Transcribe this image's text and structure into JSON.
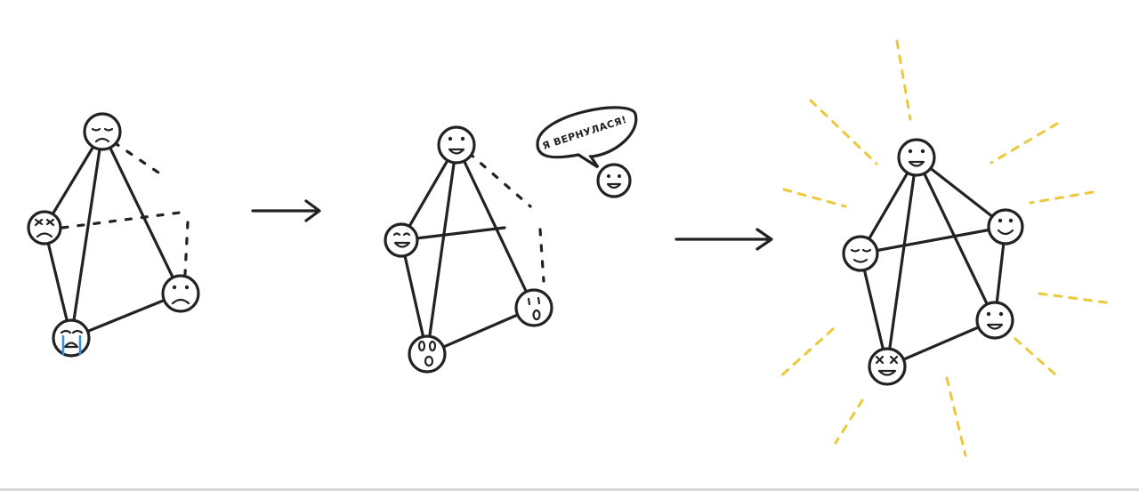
{
  "speech_bubble": {
    "text": "Я ВЕРНУЛАСЯ!"
  },
  "panels": [
    {
      "id": "sad",
      "nodes": [
        {
          "id": "top",
          "mood": "sleepy-sad"
        },
        {
          "id": "left",
          "mood": "angry"
        },
        {
          "id": "right",
          "mood": "frown"
        },
        {
          "id": "bottom",
          "mood": "crying"
        }
      ]
    },
    {
      "id": "recovering",
      "nodes": [
        {
          "id": "top",
          "mood": "smile"
        },
        {
          "id": "left",
          "mood": "grin"
        },
        {
          "id": "right",
          "mood": "surprised"
        },
        {
          "id": "bottom",
          "mood": "shocked"
        },
        {
          "id": "returning",
          "mood": "smile"
        }
      ]
    },
    {
      "id": "happy",
      "nodes": [
        {
          "id": "top",
          "mood": "grin"
        },
        {
          "id": "left",
          "mood": "content"
        },
        {
          "id": "upper-right",
          "mood": "smile"
        },
        {
          "id": "lower-right",
          "mood": "grin"
        },
        {
          "id": "bottom",
          "mood": "starstruck"
        }
      ]
    }
  ],
  "colors": {
    "line": "#222222",
    "glow": "#ecc93a",
    "tears": "#3f8fd6",
    "background": "#ffffff"
  }
}
